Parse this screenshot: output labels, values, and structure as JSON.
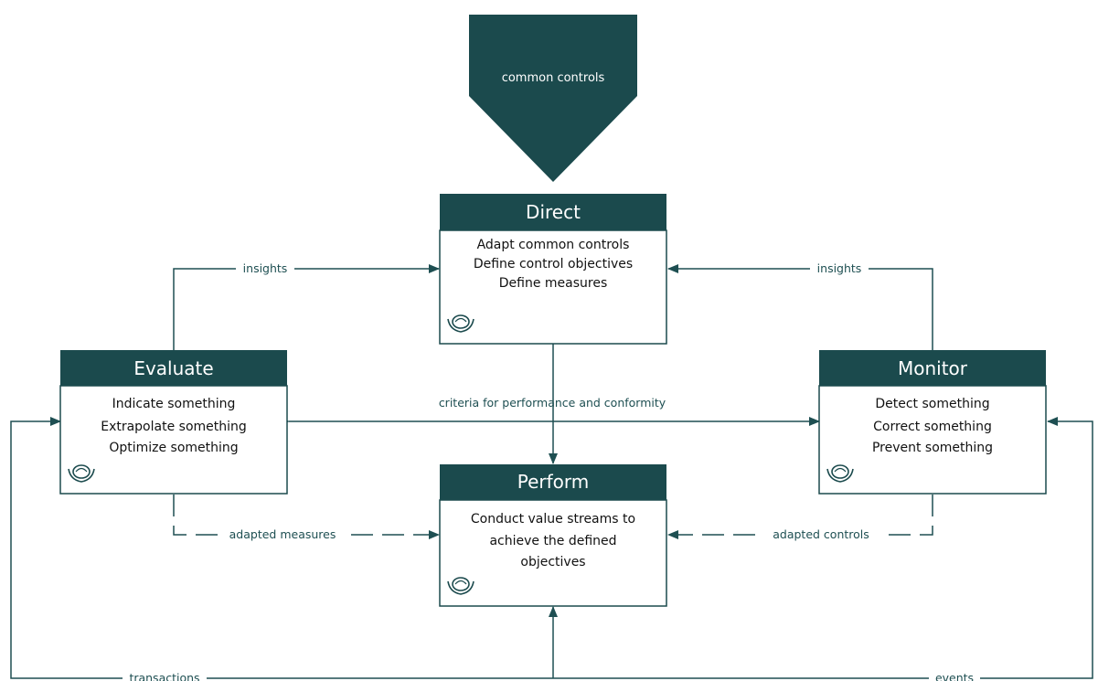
{
  "colors": {
    "primary": "#1b4a4d",
    "line": "#1e4f52",
    "text": "#111111",
    "background": "#ffffff"
  },
  "chevron": {
    "label": "common controls"
  },
  "boxes": {
    "direct": {
      "title": "Direct",
      "lines": [
        "Adapt common controls",
        "Define control objectives",
        "Define measures"
      ],
      "icon": "process-icon"
    },
    "evaluate": {
      "title": "Evaluate",
      "lines": [
        "Indicate something",
        "Extrapolate something",
        "Optimize something"
      ],
      "icon": "process-icon"
    },
    "monitor": {
      "title": "Monitor",
      "lines": [
        "Detect something",
        "Correct something",
        "Prevent something"
      ],
      "icon": "process-icon"
    },
    "perform": {
      "title": "Perform",
      "lines": [
        "Conduct value streams to",
        "achieve the defined",
        "objectives"
      ],
      "icon": "process-icon"
    }
  },
  "edges": {
    "evaluate_to_direct": "insights",
    "monitor_to_direct": "insights",
    "criteria": "criteria for performance and conformity",
    "adapted_measures": "adapted measures",
    "adapted_controls": "adapted controls",
    "transactions": "transactions",
    "events": "events"
  }
}
